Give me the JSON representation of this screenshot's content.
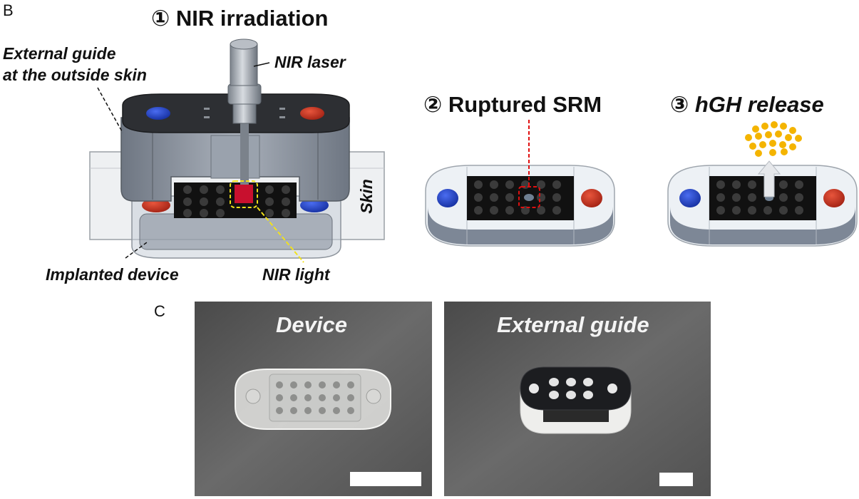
{
  "panel_b": {
    "letter": "B",
    "step1": "① NIR irradiation",
    "step2": "② Ruptured SRM",
    "step3": "③ hGH release",
    "label_external_guide_1": "External guide",
    "label_external_guide_2": "at the outside skin",
    "label_nir_laser": "NIR laser",
    "label_skin": "Skin",
    "label_implanted_device": "Implanted device",
    "label_nir_light": "NIR light"
  },
  "panel_c": {
    "letter": "C",
    "photo1_title": "Device",
    "photo2_title": "External guide"
  },
  "colors": {
    "blue_marker": "#1d3fc4",
    "red_marker": "#c8301e",
    "nir_spot": "#c8102e",
    "dashed_red": "#e01010",
    "dashed_yellow": "#f2e21a",
    "hgh_dots": "#f4b400"
  }
}
